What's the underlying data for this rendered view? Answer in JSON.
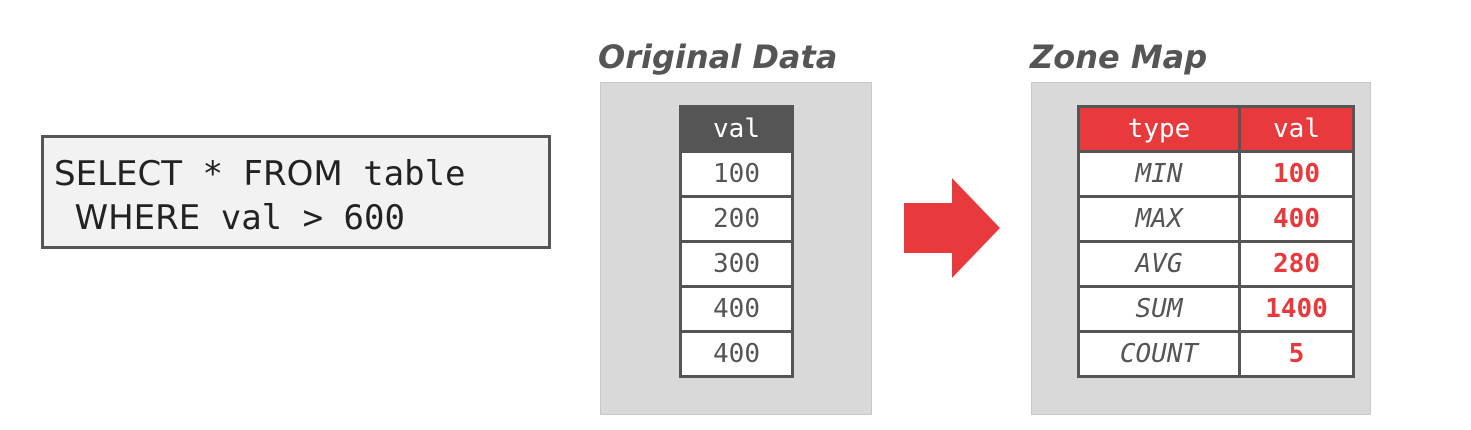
{
  "query": {
    "line1": {
      "kw1": "SELECT",
      "rest1": " * ",
      "kw2": "FROM",
      "rest2": " table"
    },
    "line2": {
      "lead": " ",
      "kw": "WHERE",
      "rest": " val > 600"
    }
  },
  "original_data": {
    "title": "Original Data",
    "header": "val",
    "values": [
      "100",
      "200",
      "300",
      "400",
      "400"
    ]
  },
  "zone_map": {
    "title": "Zone Map",
    "headers": [
      "type",
      "val"
    ],
    "rows": [
      {
        "type": "MIN",
        "val": "100"
      },
      {
        "type": "MAX",
        "val": "400"
      },
      {
        "type": "AVG",
        "val": "280"
      },
      {
        "type": "SUM",
        "val": "1400"
      },
      {
        "type": "COUNT",
        "val": "5"
      }
    ]
  },
  "colors": {
    "accent_red": "#e8393d",
    "dark_gray": "#555555",
    "panel_gray": "#d9d9d9"
  }
}
